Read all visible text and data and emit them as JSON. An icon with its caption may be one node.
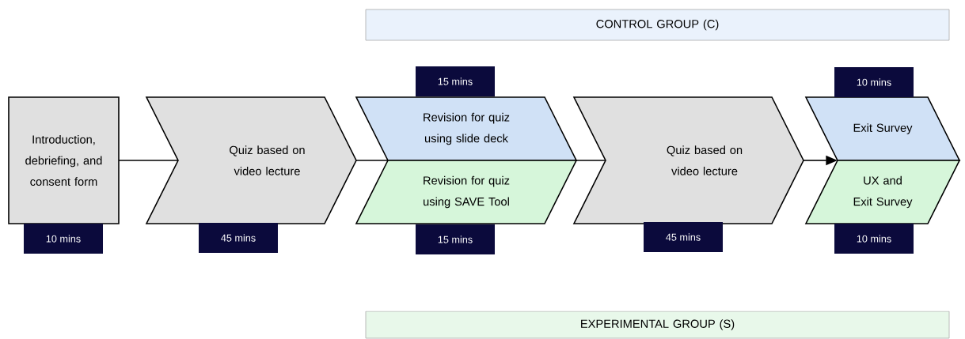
{
  "diagram": {
    "nodes": [
      {
        "text": [
          "CONTROL GROUP (C)"
        ]
      },
      {
        "text": [
          "Introduction, debriefing, and consent form"
        ],
        "beside": [
          "10 mins"
        ]
      },
      {
        "text": [
          "Quiz based on video lecture"
        ],
        "beside": [
          "45 mins"
        ]
      },
      {
        "text": [
          "Revision for quiz using slide deck"
        ],
        "beside": [
          "15 mins"
        ]
      },
      {
        "text": [
          "Revision for quiz using SAVE Tool"
        ],
        "beside": [
          "15 mins"
        ]
      },
      {
        "text": [
          "Quiz based on video lecture"
        ],
        "beside": [
          "45 mins"
        ]
      },
      {
        "text": [
          "Exit Survey"
        ],
        "beside": [
          "10 mins"
        ]
      },
      {
        "text": [
          "UX and Exit Survey"
        ],
        "beside": [
          "10 mins"
        ]
      },
      {
        "text": [
          "EXPERIMENTAL GROUP (S)"
        ]
      }
    ],
    "edges": [
      {
        "from": 1,
        "to": 2,
        "arrow": "none"
      },
      {
        "from": 2,
        "to": 3,
        "arrow": "none"
      },
      {
        "from": 2,
        "to": 4,
        "arrow": "none"
      },
      {
        "from": 3,
        "to": 5,
        "arrow": "none"
      },
      {
        "from": 4,
        "to": 5,
        "arrow": "none"
      },
      {
        "from": 5,
        "to": 6,
        "arrow": "to"
      },
      {
        "from": 5,
        "to": 7,
        "arrow": "to"
      }
    ]
  }
}
